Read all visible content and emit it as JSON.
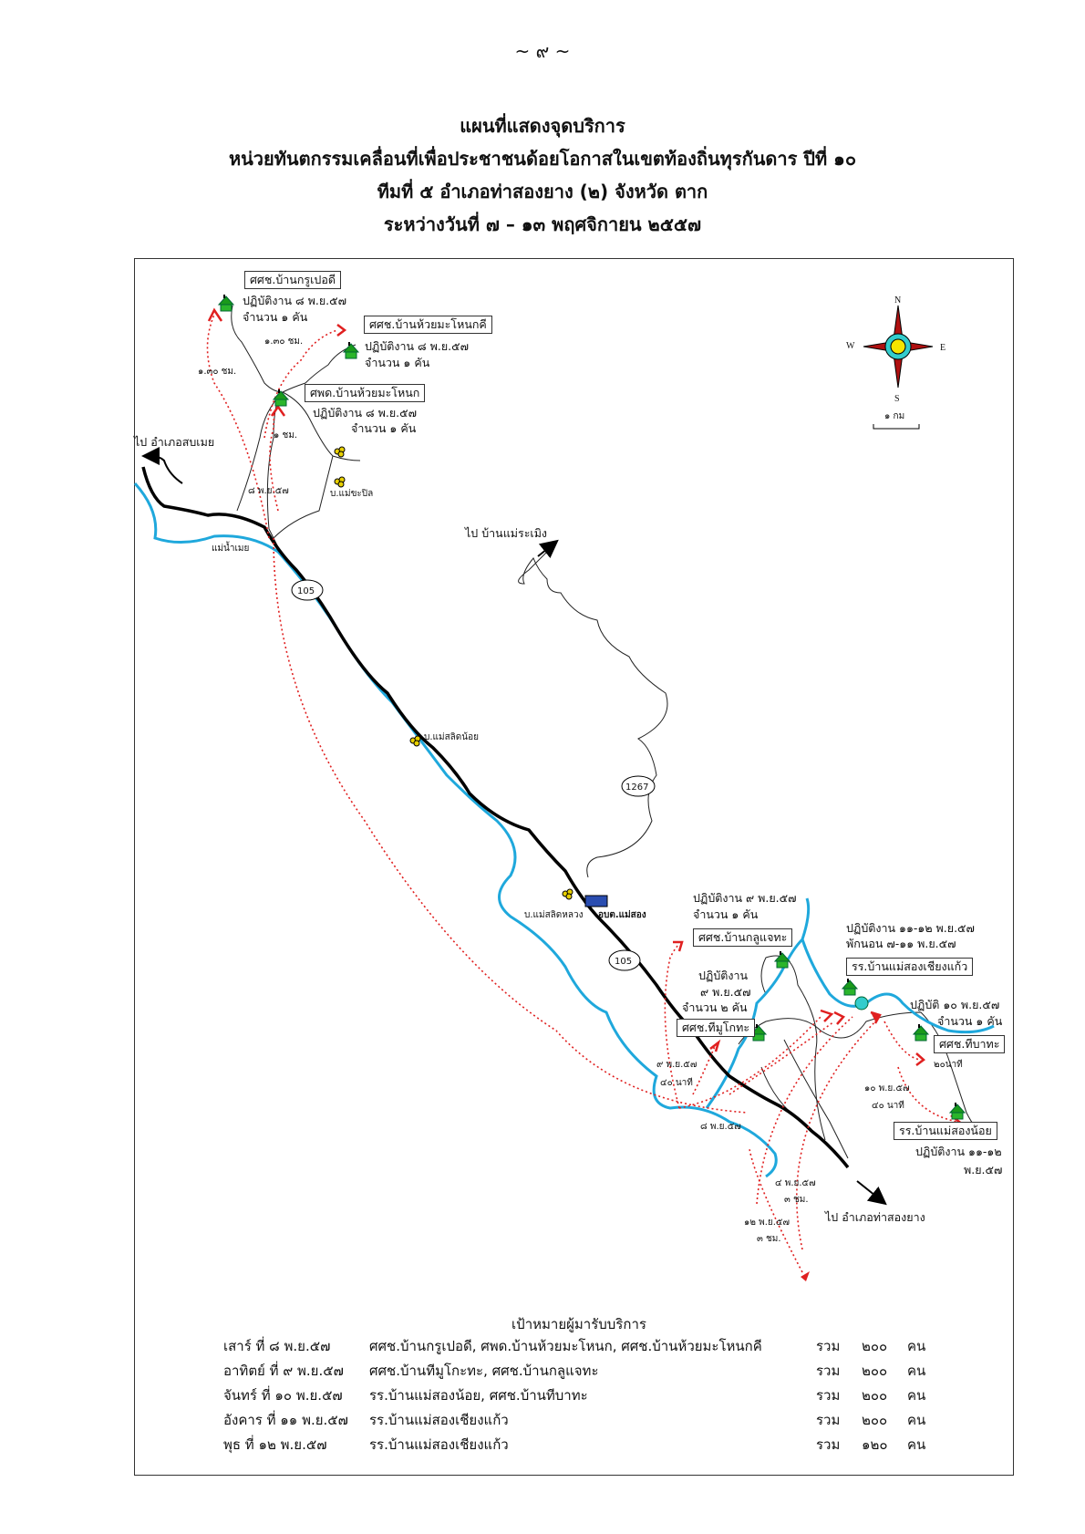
{
  "page_number": "~ ๙ ~",
  "title": {
    "line1": "แผนที่แสดงจุดบริการ",
    "line2": "หน่วยทันตกรรมเคลื่อนที่เพื่อประชาชนด้อยโอกาสในเขตท้องถิ่นทุรกันดาร  ปีที่ ๑๐",
    "line3": "ทีมที่ ๕   อำเภอท่าสองยาง (๒)   จังหวัด ตาก",
    "line4": "ระหว่างวันที่  ๗ – ๑๓ พฤศจิกายน ๒๕๕๗"
  },
  "map": {
    "sites": {
      "kru_pe_di": {
        "name": "ศศช.บ้านกรูเปอดี",
        "work": "ปฏิบัติงาน ๘ พ.ย.๕๗",
        "units": "จำนวน ๑ คัน"
      },
      "huai_ma_nok_khi": {
        "name": "ศศช.บ้านห้วยมะโหนกคี",
        "work": "ปฏิบัติงาน ๘ พ.ย.๕๗",
        "units": "จำนวน ๑ คัน"
      },
      "huai_ma_nok": {
        "name": "ศพด.บ้านห้วยมะโหนก",
        "work": "ปฏิบัติงาน ๘ พ.ย.๕๗",
        "units": "จำนวน ๑ คัน"
      },
      "klu_chae_tha": {
        "name": "ศศช.บ้านกลูแจทะ",
        "work": "ปฏิบัติงาน ๙ พ.ย.๕๗",
        "units": "จำนวน ๑ คัน"
      },
      "thi_mu_ko_tha": {
        "name": "ศศช.ทีมูโกทะ",
        "work": "ปฏิบัติงาน",
        "date": "๙ พ.ย.๕๗",
        "units": "จำนวน ๒ คัน"
      },
      "chiang_kaeo": {
        "name": "รร.บ้านแม่สองเชียงแก้ว",
        "work": "ปฏิบัติงาน ๑๑-๑๒ พ.ย.๕๗",
        "stay": "พักนอน ๗-๑๑ พ.ย.๕๗"
      },
      "thi_ba_tha": {
        "name": "ศศช.ทีบาทะ",
        "work": "ปฏิบัติ ๑๐ พ.ย.๕๗",
        "units": "จำนวน ๑ คัน",
        "time": "๒๐นาที"
      },
      "mae_song_noi": {
        "name": "รร.บ้านแม่สองน้อย",
        "work": "ปฏิบัติงาน ๑๑-๑๒",
        "date": "พ.ย.๕๗"
      }
    },
    "places": {
      "to_sop_moei": "ไป อำเภอสบเมย",
      "mae_kha_pil": "บ.แม่ขะปิล",
      "moei_river": "แม่น้ำเมย",
      "to_mae_ramoeng": "ไป บ้านแม่ระเมิง",
      "mae_salit_noi": "บ.แม่สลิดน้อย",
      "mae_salit_luang": "บ.แม่สลิดหลวง",
      "obt_mae_song": "อบต.แม่สอง",
      "to_tha_song_yang": "ไป อำเภอท่าสองยาง"
    },
    "roads": {
      "r105a": "105",
      "r105b": "105",
      "r1267": "1267"
    },
    "route_notes": {
      "t1": "๑.๓๐ ชม.",
      "t2": "๑.๓๐ ชม.",
      "t3": "๑ ชม.",
      "d8a": "๘ พ.ย.๕๗",
      "d9": "๙ พ.ย.๕๗",
      "m40a": "๔๐ นาที",
      "d8b": "๘ พ.ย.๕๗",
      "d10": "๑๐ พ.ย.๕๗",
      "m40b": "๔๐ นาที",
      "d4": "๔ พ.ย.๕๗",
      "h3a": "๓ ชม.",
      "d12": "๑๒ พ.ย.๕๗",
      "h3b": "๓ ชม."
    },
    "compass": {
      "n": "N",
      "s": "S",
      "e": "E",
      "w": "W"
    },
    "scale": "๑ กม",
    "colors": {
      "road": "#000000",
      "river": "#1fa8dc",
      "route": "#e02020",
      "site": "#1a9a1a"
    }
  },
  "legend": {
    "title": "เป้าหมายผู้มารับบริการ",
    "rows": [
      {
        "day": "เสาร์ ที่ ๘ พ.ย.๕๗",
        "sites": "ศศช.บ้านกรูเปอดี,  ศพด.บ้านห้วยมะโหนก, ศศช.บ้านห้วยมะโหนกคี",
        "total_label": "รวม",
        "count": "๒๐๐",
        "unit": "คน"
      },
      {
        "day": "อาทิตย์ ที่ ๙ พ.ย.๕๗",
        "sites": "ศศช.บ้านทีมูโกะทะ, ศศช.บ้านกลูแจทะ",
        "total_label": "รวม",
        "count": "๒๐๐",
        "unit": "คน"
      },
      {
        "day": "จันทร์ ที่ ๑๐ พ.ย.๕๗",
        "sites": "รร.บ้านแม่สองน้อย, ศศช.บ้านทีบาทะ",
        "total_label": "รวม",
        "count": "๒๐๐",
        "unit": "คน"
      },
      {
        "day": "อังคาร ที่ ๑๑ พ.ย.๕๗",
        "sites": "รร.บ้านแม่สองเชียงแก้ว",
        "total_label": "รวม",
        "count": "๒๐๐",
        "unit": "คน"
      },
      {
        "day": "พุธ ที่ ๑๒ พ.ย.๕๗",
        "sites": "รร.บ้านแม่สองเชียงแก้ว",
        "total_label": "รวม",
        "count": "๑๒๐",
        "unit": "คน"
      }
    ]
  }
}
